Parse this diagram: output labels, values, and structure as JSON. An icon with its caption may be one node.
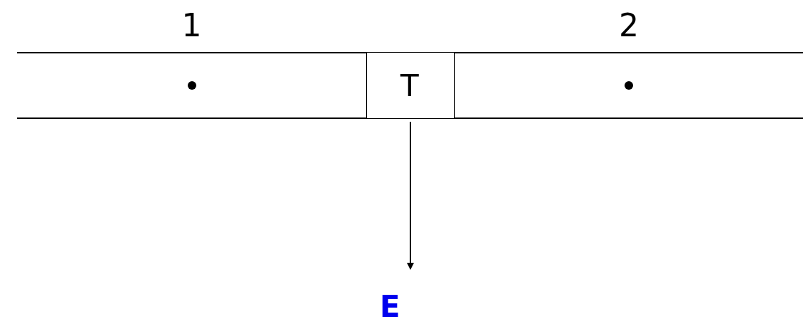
{
  "diagram": {
    "nodes": [
      {
        "text": [
          "1"
        ]
      },
      {
        "text": [
          "T"
        ]
      },
      {
        "text": [
          "2"
        ]
      },
      {
        "text": [
          "E"
        ]
      }
    ],
    "edges": [
      {
        "from": 1,
        "to": 3,
        "arrow": "to"
      }
    ]
  }
}
